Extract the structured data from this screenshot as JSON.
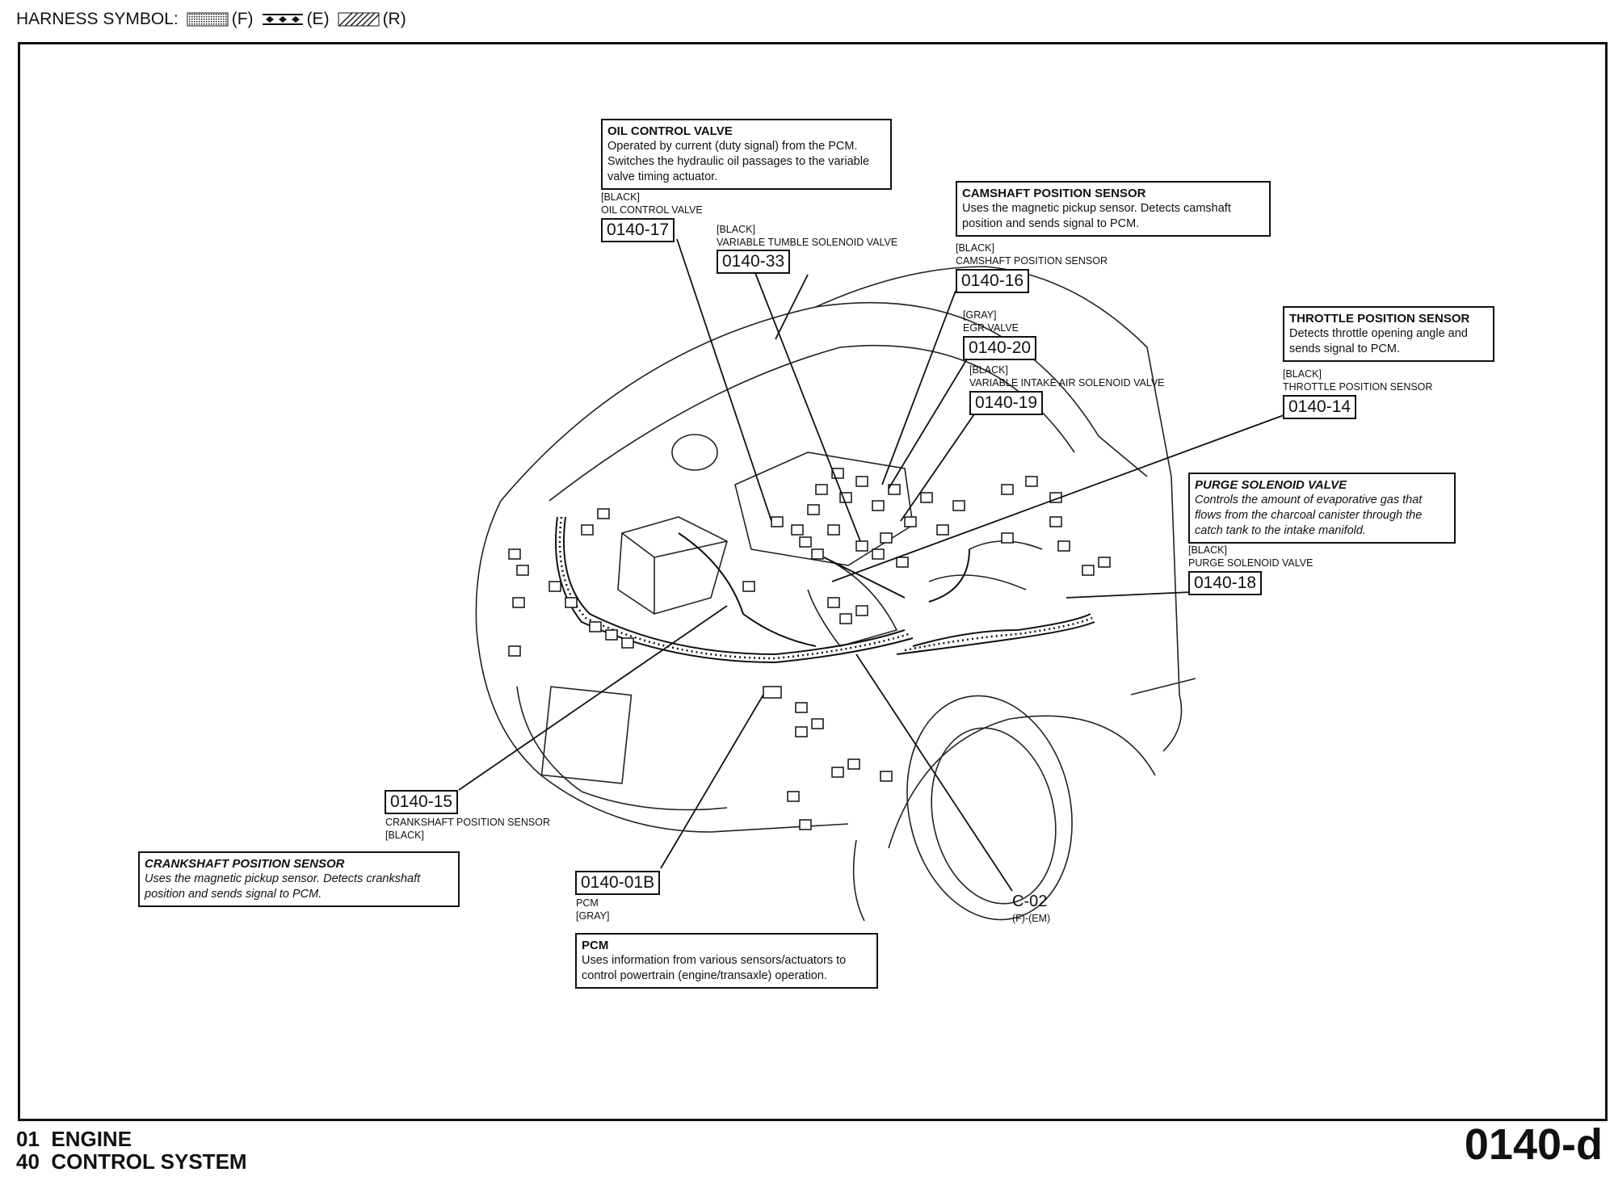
{
  "header": {
    "label": "HARNESS SYMBOL:",
    "symbols": [
      {
        "pattern": "dotted",
        "code": "(F)"
      },
      {
        "pattern": "diamond",
        "code": "(E)"
      },
      {
        "pattern": "hatch",
        "code": "(R)"
      }
    ]
  },
  "descriptions": {
    "oil_control": {
      "title": "OIL CONTROL VALVE",
      "text": "Operated by current (duty signal) from the PCM. Switches the hydraulic oil passages to the variable valve timing actuator."
    },
    "camshaft": {
      "title": "CAMSHAFT POSITION SENSOR",
      "text": "Uses the magnetic pickup sensor. Detects camshaft position and sends signal to PCM."
    },
    "throttle": {
      "title": "THROTTLE POSITION SENSOR",
      "text": "Detects throttle opening angle and sends signal to PCM."
    },
    "purge": {
      "title": "PURGE SOLENOID VALVE",
      "text": "Controls the amount of evaporative gas that flows from the charcoal canister through the catch tank to the intake manifold."
    },
    "crankshaft": {
      "title": "CRANKSHAFT POSITION SENSOR",
      "text": "Uses the magnetic pickup sensor. Detects crankshaft position and sends signal to PCM."
    },
    "pcm": {
      "title": "PCM",
      "text": "Uses information from various sensors/actuators to control powertrain (engine/transaxle) operation."
    }
  },
  "connectors": {
    "c17": {
      "color": "[BLACK]",
      "name": "OIL CONTROL VALVE",
      "code": "0140-17"
    },
    "c33": {
      "color": "[BLACK]",
      "name": "VARIABLE TUMBLE SOLENOID VALVE",
      "code": "0140-33"
    },
    "c16": {
      "color": "[BLACK]",
      "name": "CAMSHAFT POSITION SENSOR",
      "code": "0140-16"
    },
    "c20": {
      "color": "[GRAY]",
      "name": "EGR VALVE",
      "code": "0140-20"
    },
    "c19": {
      "color": "[BLACK]",
      "name": "VARIABLE INTAKE AIR SOLENOID VALVE",
      "code": "0140-19"
    },
    "c14": {
      "color": "[BLACK]",
      "name": "THROTTLE POSITION SENSOR",
      "code": "0140-14"
    },
    "c18": {
      "color": "[BLACK]",
      "name": "PURGE SOLENOID VALVE",
      "code": "0140-18"
    },
    "c15": {
      "color": "[BLACK]",
      "name": "CRANKSHAFT POSITION SENSOR",
      "code": "0140-15"
    },
    "c01b": {
      "color": "[GRAY]",
      "name": "PCM",
      "code": "0140-01B"
    },
    "c02": {
      "code": "C-02",
      "sub": "(F)-(EM)"
    }
  },
  "footer": {
    "line1": "01  ENGINE",
    "line2": "40  CONTROL SYSTEM",
    "page": "0140-d"
  }
}
